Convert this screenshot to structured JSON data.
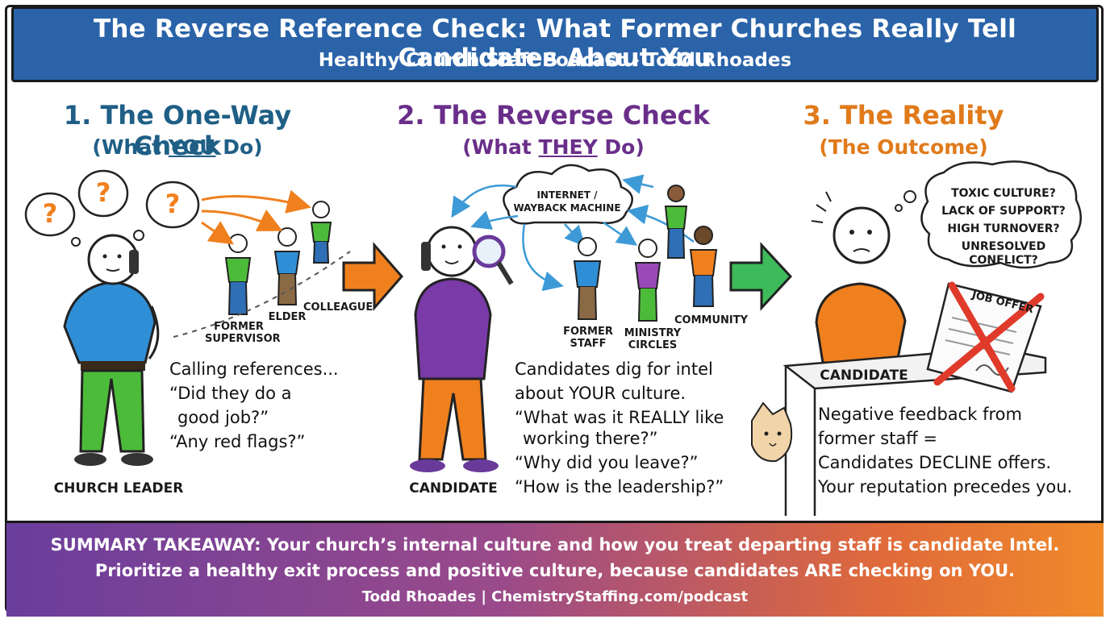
{
  "header": {
    "title": "The Reverse Reference Check: What Former Churches Really Tell Candidates About You",
    "subtitle": "Healthy Church Staff Podcast - Todd Rhoades"
  },
  "col1": {
    "heading": "1. The One-Way Check",
    "subheading_pre": "(What ",
    "subheading_em": "YOU",
    "subheading_post": " Do)",
    "thought_marks": [
      "?",
      "?",
      "?"
    ],
    "figure_labels": {
      "former_supervisor": "FORMER SUPERVISOR",
      "elder": "ELDER",
      "colleague": "COLLEAGUE",
      "church_leader": "CHURCH LEADER"
    },
    "text": [
      "Calling references...",
      "“Did they do a",
      "good job?”",
      "“Any red flags?”"
    ]
  },
  "col2": {
    "heading": "2. The Reverse Check",
    "subheading_pre": "(What ",
    "subheading_em": "THEY",
    "subheading_post": " Do)",
    "cloud_label": "INTERNET / WAYBACK MACHINE",
    "figure_labels": {
      "former_staff": "FORMER STAFF",
      "ministry_circles": "MINISTRY CIRCLES",
      "community": "COMMUNITY",
      "candidate": "CANDIDATE"
    },
    "text": [
      "Candidates dig for intel",
      "about YOUR culture.",
      "“What was it REALLY like",
      "working there?”",
      "“Why did you leave?”",
      "“How is the leadership?”"
    ]
  },
  "col3": {
    "heading": "3. The Reality",
    "subheading": "(The Outcome)",
    "thought_items": [
      "TOXIC CULTURE?",
      "LACK OF SUPPORT?",
      "HIGH TURNOVER?",
      "UNRESOLVED CONFLICT?"
    ],
    "document_label": "JOB OFFER",
    "figure_label": "CANDIDATE",
    "text": [
      "Negative feedback from",
      "former staff =",
      "Candidates DECLINE offers.",
      "Your reputation precedes you."
    ]
  },
  "footer": {
    "line1": "SUMMARY TAKEAWAY:  Your church’s internal culture and how you treat departing staff is candidate Intel.",
    "line2": "Prioritize a healthy exit process and positive culture, because candidates ARE checking on YOU.",
    "line3": "Todd Rhoades | ChemistryStaffing.com/podcast"
  },
  "colors": {
    "banner": "#2a63a8",
    "col1_heading": "#1f5f86",
    "col2_heading": "#6a2e8a",
    "col3_heading": "#e07a1a",
    "arrow_orange": "#f0801e",
    "arrow_green": "#3dbb5a",
    "cross_red": "#e03a2a"
  }
}
